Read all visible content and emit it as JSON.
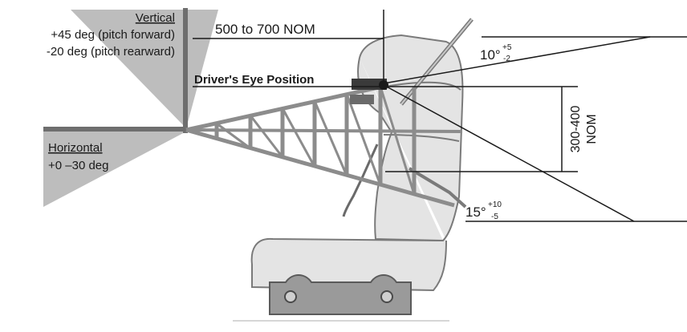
{
  "colors": {
    "ink": "#1a1a1a",
    "wedge_gray": "#bdbdbd",
    "bar_gray": "#6e6e6e",
    "truss_gray": "#8c8c8c",
    "seat_fill": "#e4e4e4",
    "seat_stroke": "#7a7a7a",
    "rail_fill": "#9a9a9a"
  },
  "vertical": {
    "title": "Vertical",
    "line1": "+45 deg (pitch forward)",
    "line2": "-20 deg (pitch rearward)"
  },
  "horizontal": {
    "title": "Horizontal",
    "line1": "+0 –30 deg"
  },
  "eye_label": "Driver's Eye Position",
  "distance_label": "500 to 700 NOM",
  "upper_angle": {
    "value": "10°",
    "plus": "+5",
    "minus": "-2"
  },
  "lower_angle": {
    "value": "15°",
    "plus": "+10",
    "minus": "-5"
  },
  "height_label": {
    "line1": "300-400",
    "line2": "NOM"
  },
  "icons": {
    "seat": "racing-seat-icon",
    "rail": "seat-mount-rail-icon",
    "bolt": "bolt-icon",
    "eye": "eye-position-dot-icon",
    "belt": "harness-belt-icon"
  }
}
